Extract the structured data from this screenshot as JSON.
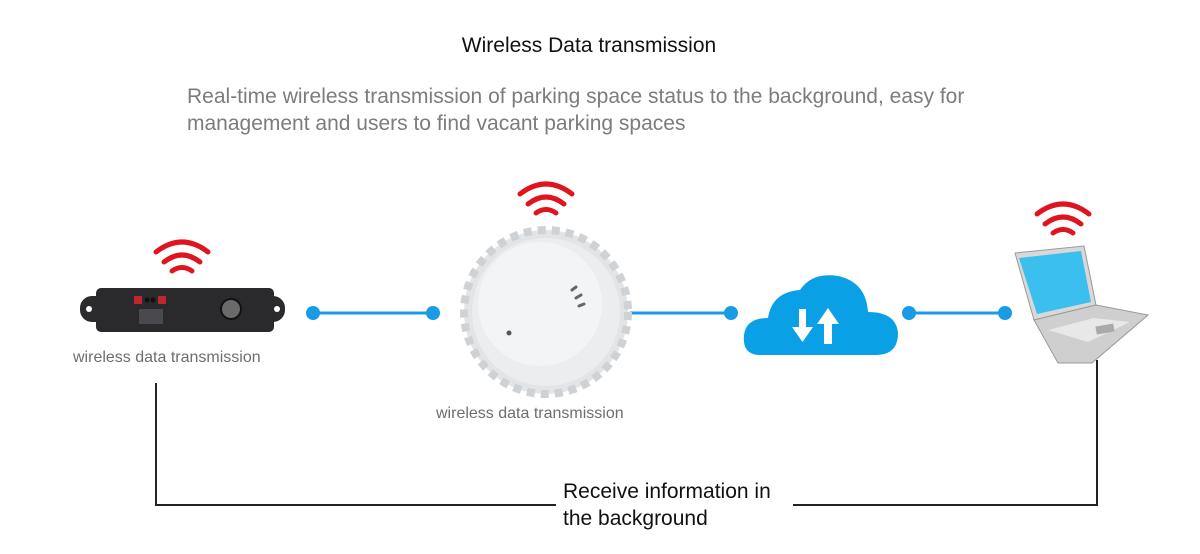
{
  "title": "Wireless Data transmission",
  "subtitle": {
    "line1": "Real-time wireless transmission of parking space status to the background, easy for",
    "line2": "management and users to find vacant parking spaces"
  },
  "nodes": {
    "sensor_label": "wireless data transmission",
    "puck_label": "wireless data transmission",
    "cloud_icon": "cloud-upload-download-icon",
    "laptop_icon": "laptop-icon"
  },
  "receive": {
    "line1": "Receive information in",
    "line2": "the background"
  },
  "colors": {
    "wifi": "#e0141e",
    "link": "#1a9be6",
    "cloud": "#0aa0e6",
    "bracket": "#222222"
  }
}
